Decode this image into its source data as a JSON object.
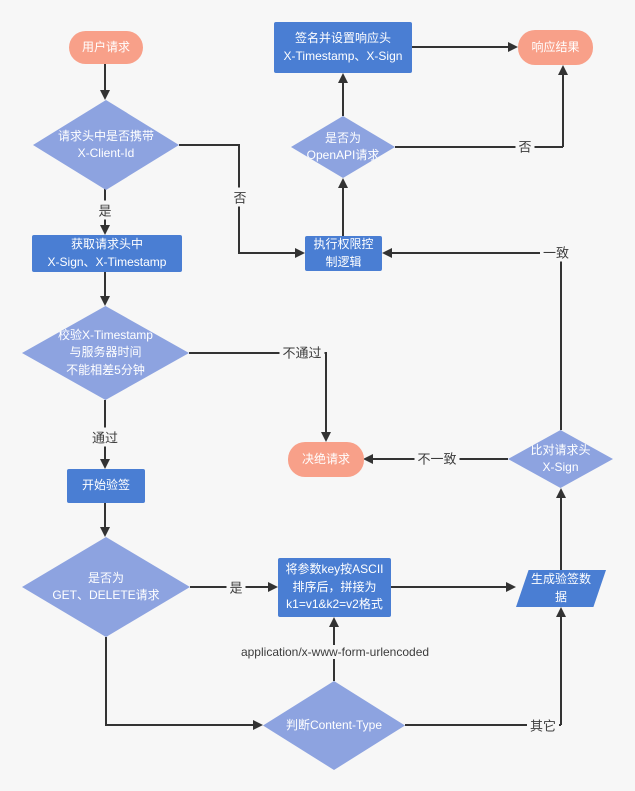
{
  "colors": {
    "bg": "#f7f7f7",
    "process": "#4a7ed3",
    "decision": "#8da3e0",
    "terminal": "#f8a089",
    "line": "#333333",
    "node_text": "#ffffff",
    "label_text": "#3c3c3c"
  },
  "nodes": {
    "user_request": {
      "label": "用户请求",
      "shape": "terminal"
    },
    "sign_response": {
      "label": "签名并设置响应头\nX-Timestamp、X-Sign",
      "shape": "process"
    },
    "response_result": {
      "label": "响应结果",
      "shape": "terminal"
    },
    "has_client_id": {
      "label": "请求头中是否携带\nX-Client-Id",
      "shape": "decision"
    },
    "is_openapi": {
      "label": "是否为\nOpenAPI请求",
      "shape": "decision"
    },
    "get_headers": {
      "label": "获取请求头中\nX-Sign、X-Timestamp",
      "shape": "process"
    },
    "perm_control": {
      "label": "执行权限控\n制逻辑",
      "shape": "process"
    },
    "check_timestamp": {
      "label": "校验X-Timestamp\n与服务器时间\n不能相差5分钟",
      "shape": "decision"
    },
    "reject_request": {
      "label": "决绝请求",
      "shape": "terminal"
    },
    "compare_sign": {
      "label": "比对请求头\nX-Sign",
      "shape": "decision"
    },
    "start_verify": {
      "label": "开始验签",
      "shape": "process"
    },
    "is_get_delete": {
      "label": "是否为\nGET、DELETE请求",
      "shape": "decision"
    },
    "sort_params": {
      "label": "将参数key按ASCII\n排序后，拼接为\nk1=v1&k2=v2格式",
      "shape": "process"
    },
    "gen_verify_data": {
      "label": "生成验签数\n据",
      "shape": "process-parallelogram"
    },
    "judge_content_type": {
      "label": "判断Content-Type",
      "shape": "decision"
    }
  },
  "edge_labels": {
    "yes_client_id": "是",
    "no_client_id": "否",
    "pass": "通过",
    "fail": "不通过",
    "yes_get_delete": "是",
    "form_urlencoded": "application/x-www-form-urlencoded",
    "other": "其它",
    "match": "一致",
    "mismatch": "不一致",
    "no_openapi": "否"
  }
}
